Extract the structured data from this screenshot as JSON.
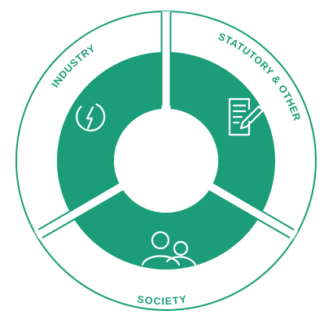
{
  "colors": {
    "teal": "#1a9d78",
    "outer_ring": "#ffffff",
    "outline": "#1a9d78",
    "center": "#ffffff",
    "label": "#1a9d78",
    "icon": "#ffffff"
  },
  "segments": [
    {
      "label": "INDUSTRY",
      "icon": "power-bolt-icon"
    },
    {
      "label": "STATUTORY & OTHER",
      "icon": "document-pen-icon"
    },
    {
      "label": "SOCIETY",
      "icon": "people-icon"
    }
  ]
}
